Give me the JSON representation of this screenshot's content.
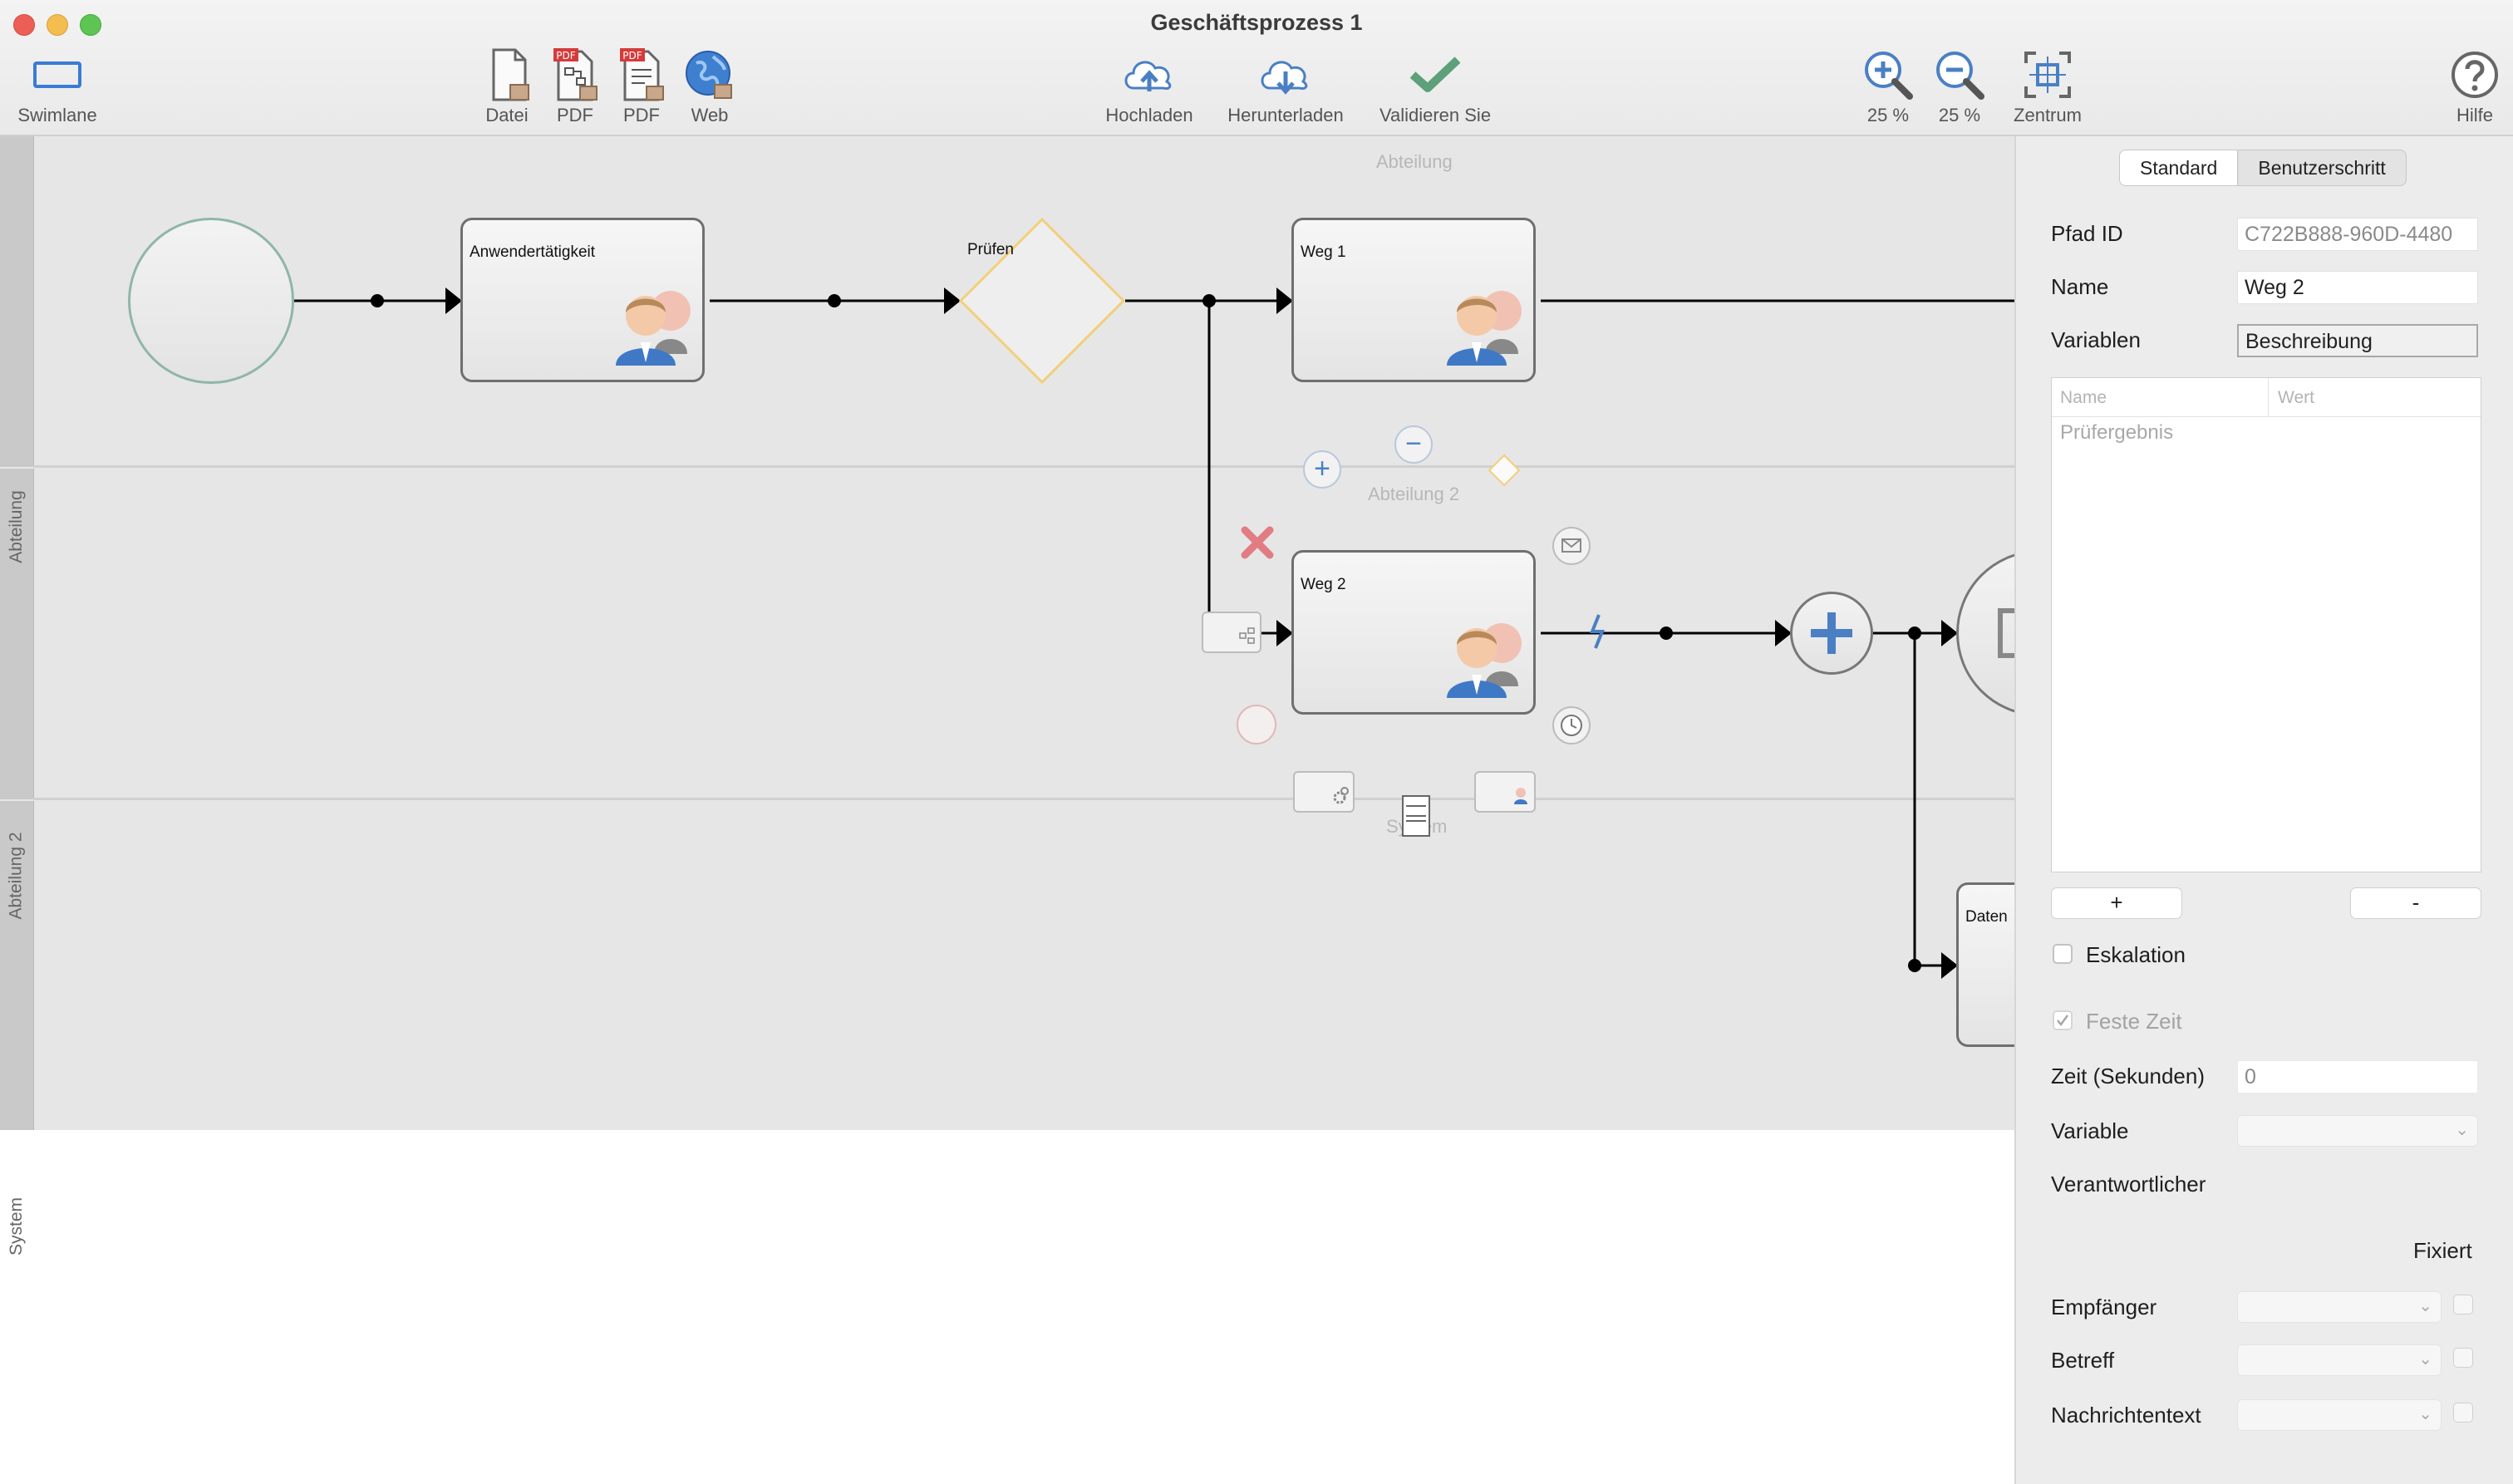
{
  "window": {
    "title": "Geschäftsprozess 1"
  },
  "toolbar": {
    "swimlane": "Swimlane",
    "datei": "Datei",
    "pdf1": "PDF",
    "pdf2": "PDF",
    "web": "Web",
    "hochladen": "Hochladen",
    "herunterladen": "Herunterladen",
    "validieren": "Validieren Sie",
    "zoom_in": "25 %",
    "zoom_out": "25 %",
    "zentrum": "Zentrum",
    "hilfe": "Hilfe",
    "pdf_badge": "PDF"
  },
  "canvas": {
    "lanes": [
      "Abteilung",
      "Abteilung 2",
      "System"
    ],
    "lane_titles": {
      "top": "Abteilung",
      "middle": "Abteilung 2",
      "bottom": "System"
    },
    "tasks": {
      "anwender": "Anwendertätigkeit",
      "pruefen": "Prüfen",
      "weg1": "Weg 1",
      "weg2": "Weg 2",
      "daten": "Daten"
    }
  },
  "panel": {
    "tabs": [
      "Standard",
      "Benutzerschritt"
    ],
    "pfad_id_label": "Pfad ID",
    "pfad_id_value": "C722B888-960D-4480",
    "name_label": "Name",
    "name_value": "Weg 2",
    "variablen_label": "Variablen",
    "variablen_value": "Beschreibung",
    "table_headers": [
      "Name",
      "Wert"
    ],
    "table_rows": [
      "Prüfergebnis"
    ],
    "add_label": "+",
    "remove_label": "-",
    "eskalation": "Eskalation",
    "feste_zeit": "Feste Zeit",
    "zeit_label": "Zeit (Sekunden)",
    "zeit_value": "0",
    "variable_label": "Variable",
    "verantwortlicher_label": "Verantwortlicher",
    "fixiert_label": "Fixiert",
    "empfaenger_label": "Empfänger",
    "betreff_label": "Betreff",
    "nachrichtentext_label": "Nachrichtentext"
  },
  "colors": {
    "accent_blue": "#4a7fc4",
    "check_green": "#5da07a",
    "gateway_yellow": "#f2cf7a",
    "delete_red": "#e27c83"
  }
}
